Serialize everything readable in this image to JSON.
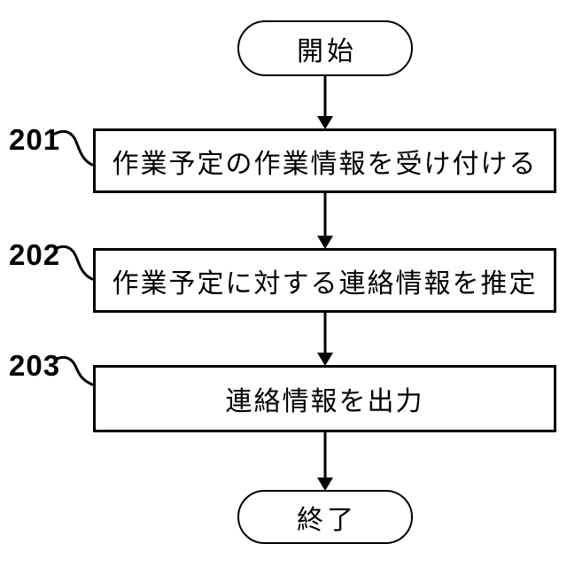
{
  "diagram": {
    "type": "flowchart",
    "orientation": "vertical",
    "colors": {
      "stroke": "#000000",
      "fill": "#ffffff",
      "text": "#000000"
    },
    "start": {
      "label": "開始"
    },
    "end": {
      "label": "終了"
    },
    "steps": [
      {
        "ref": "201",
        "label": "作業予定の作業情報を受け付ける"
      },
      {
        "ref": "202",
        "label": "作業予定に対する連絡情報を推定"
      },
      {
        "ref": "203",
        "label": "連絡情報を出力"
      }
    ],
    "flow": [
      "start",
      "201",
      "202",
      "203",
      "end"
    ]
  }
}
